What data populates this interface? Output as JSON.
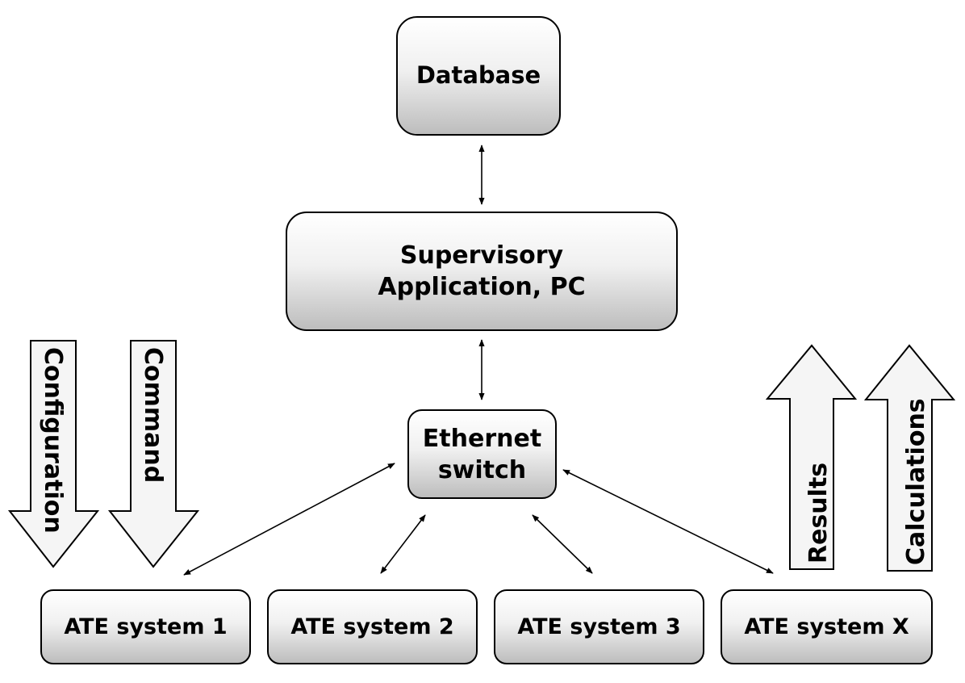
{
  "nodes": {
    "database": "Database",
    "supervisory": {
      "line1": "Supervisory",
      "line2": "Application, PC"
    },
    "ethernet": {
      "line1": "Ethernet",
      "line2": "switch"
    },
    "ate1": "ATE system 1",
    "ate2": "ATE system 2",
    "ate3": "ATE system 3",
    "atex": "ATE system X"
  },
  "flows": {
    "down": [
      "Configuration",
      "Command"
    ],
    "up": [
      "Results",
      "Calculations"
    ]
  },
  "colors": {
    "box_top": "#ffffff",
    "box_bottom": "#bdbdbd",
    "arrow_fill": "#f5f5f5",
    "line": "#000000"
  }
}
